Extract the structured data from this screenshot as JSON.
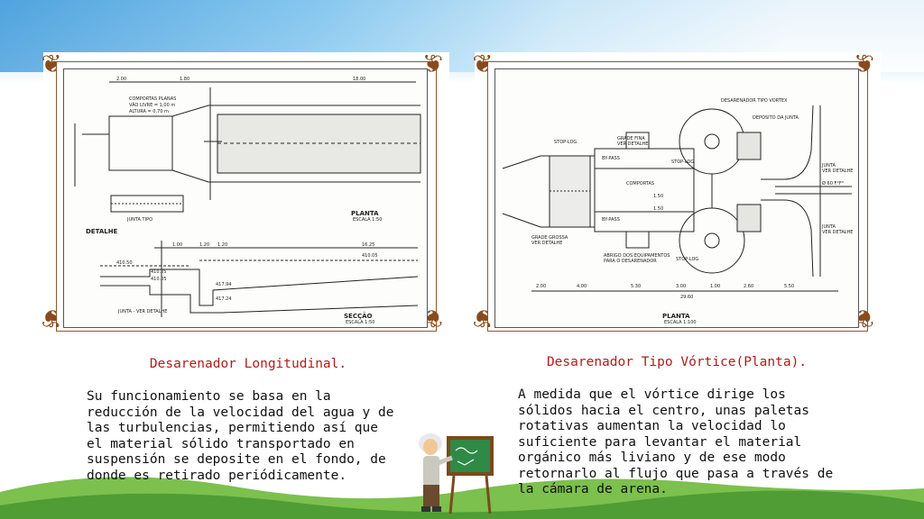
{
  "left": {
    "drawing_labels": {
      "top_dims": [
        "2.00",
        "1.80",
        "18.00"
      ],
      "comportas": "COMPORTAS PLANAS",
      "vao": "VÃO LIVRE = 1,00 m",
      "altura": "ALTURA = 0,70 m",
      "junta_tipo": "JUNTA TIPO",
      "planta": "PLANTA",
      "planta_escala": "ESCALA 1:50",
      "detalhe": "DETALHE",
      "section_dims": [
        "1.00",
        "1.20",
        "1.20",
        "16.25"
      ],
      "elev1": "410.50",
      "elev2": "410.05",
      "elev3": "410.05",
      "elev4": "410.05",
      "elev5": "417.94",
      "elev6": "417.24",
      "junta_ver": "JUNTA - VER DETALHE",
      "seccao": "SECÇÃO",
      "seccao_escala": "ESCALA 1:50"
    },
    "caption": "Desarenador Longitudinal.",
    "body": "Su funcionamiento se basa en la reducción de la velocidad del agua y de las turbulencias, permitiendo así que el material sólido transportado en suspensión se deposite en el fondo, de donde es retirado periódicamente."
  },
  "right": {
    "drawing_labels": {
      "desarenador_vortex": "DESARENADOR TIPO VORTEX",
      "deposito": "DEPÓSITO DA JUNTA",
      "stop_log_1": "STOP-LOG",
      "grade_fina": "GRADE FINA",
      "ver_detalhe_c": "VER DETALHE",
      "by_pass_1": "BY-PASS",
      "comportas": "COMPORTAS",
      "stop_log_2": "STOP-LOG",
      "junta": "JUNTA",
      "ver_detalhe_a": "VER DETALHE",
      "grade_grossa": "GRADE GROSSA",
      "ver_detalhe_b": "VER DETALHE",
      "by_pass_2": "BY-PASS",
      "abrigo": "ABRIGO DOS EQUIPAMENTOS",
      "para_desarenador": "PARA O DESARENADOR",
      "stop_log_3": "STOP-LOG",
      "junta_2": "JUNTA",
      "ver_detalhe_a2": "VER DETALHE",
      "dims": [
        "2.00",
        "4.00",
        "5.30",
        "3.00",
        "1.00",
        "2.60",
        "5.50"
      ],
      "total": "29.60",
      "planta": "PLANTA",
      "planta_escala": "ESCALA 1:100",
      "d150": "1.50",
      "d150b": "1.50",
      "phi": "Ø 60 F°F°"
    },
    "caption": "Desarenador Tipo Vórtice(Planta).",
    "body": "A medida que el vórtice dirige los sólidos hacia el centro, unas paletas rotativas aumentan la velocidad lo suficiente para levantar el material orgánico más liviano y de ese modo retornarlo al flujo que pasa a través de la cámara de arena."
  },
  "colors": {
    "caption": "#b01c1c",
    "frame": "#8a5a2b",
    "grass": "#5aa83a",
    "sky": "#6fb6e8"
  },
  "icons": [
    "scientist-icon",
    "chalkboard-icon",
    "scroll-corner-icon"
  ]
}
